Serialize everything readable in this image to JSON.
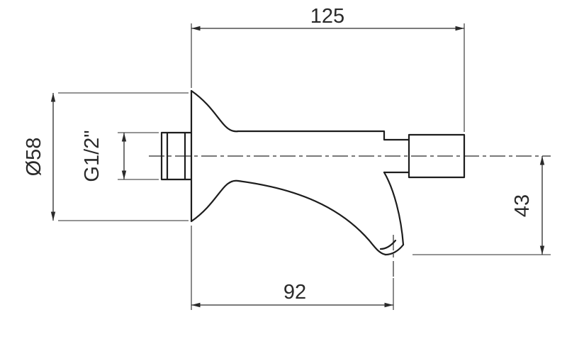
{
  "colors": {
    "line": "#1d1d1d",
    "dimension": "#2a2a2a",
    "background": "#ffffff"
  },
  "dimensions": {
    "overall_length": {
      "label": "125"
    },
    "flange_diameter": {
      "label": "Ø58"
    },
    "thread_size": {
      "label": "G1/2\""
    },
    "outlet_drop": {
      "label": "43"
    },
    "outlet_reach": {
      "label": "92"
    }
  }
}
